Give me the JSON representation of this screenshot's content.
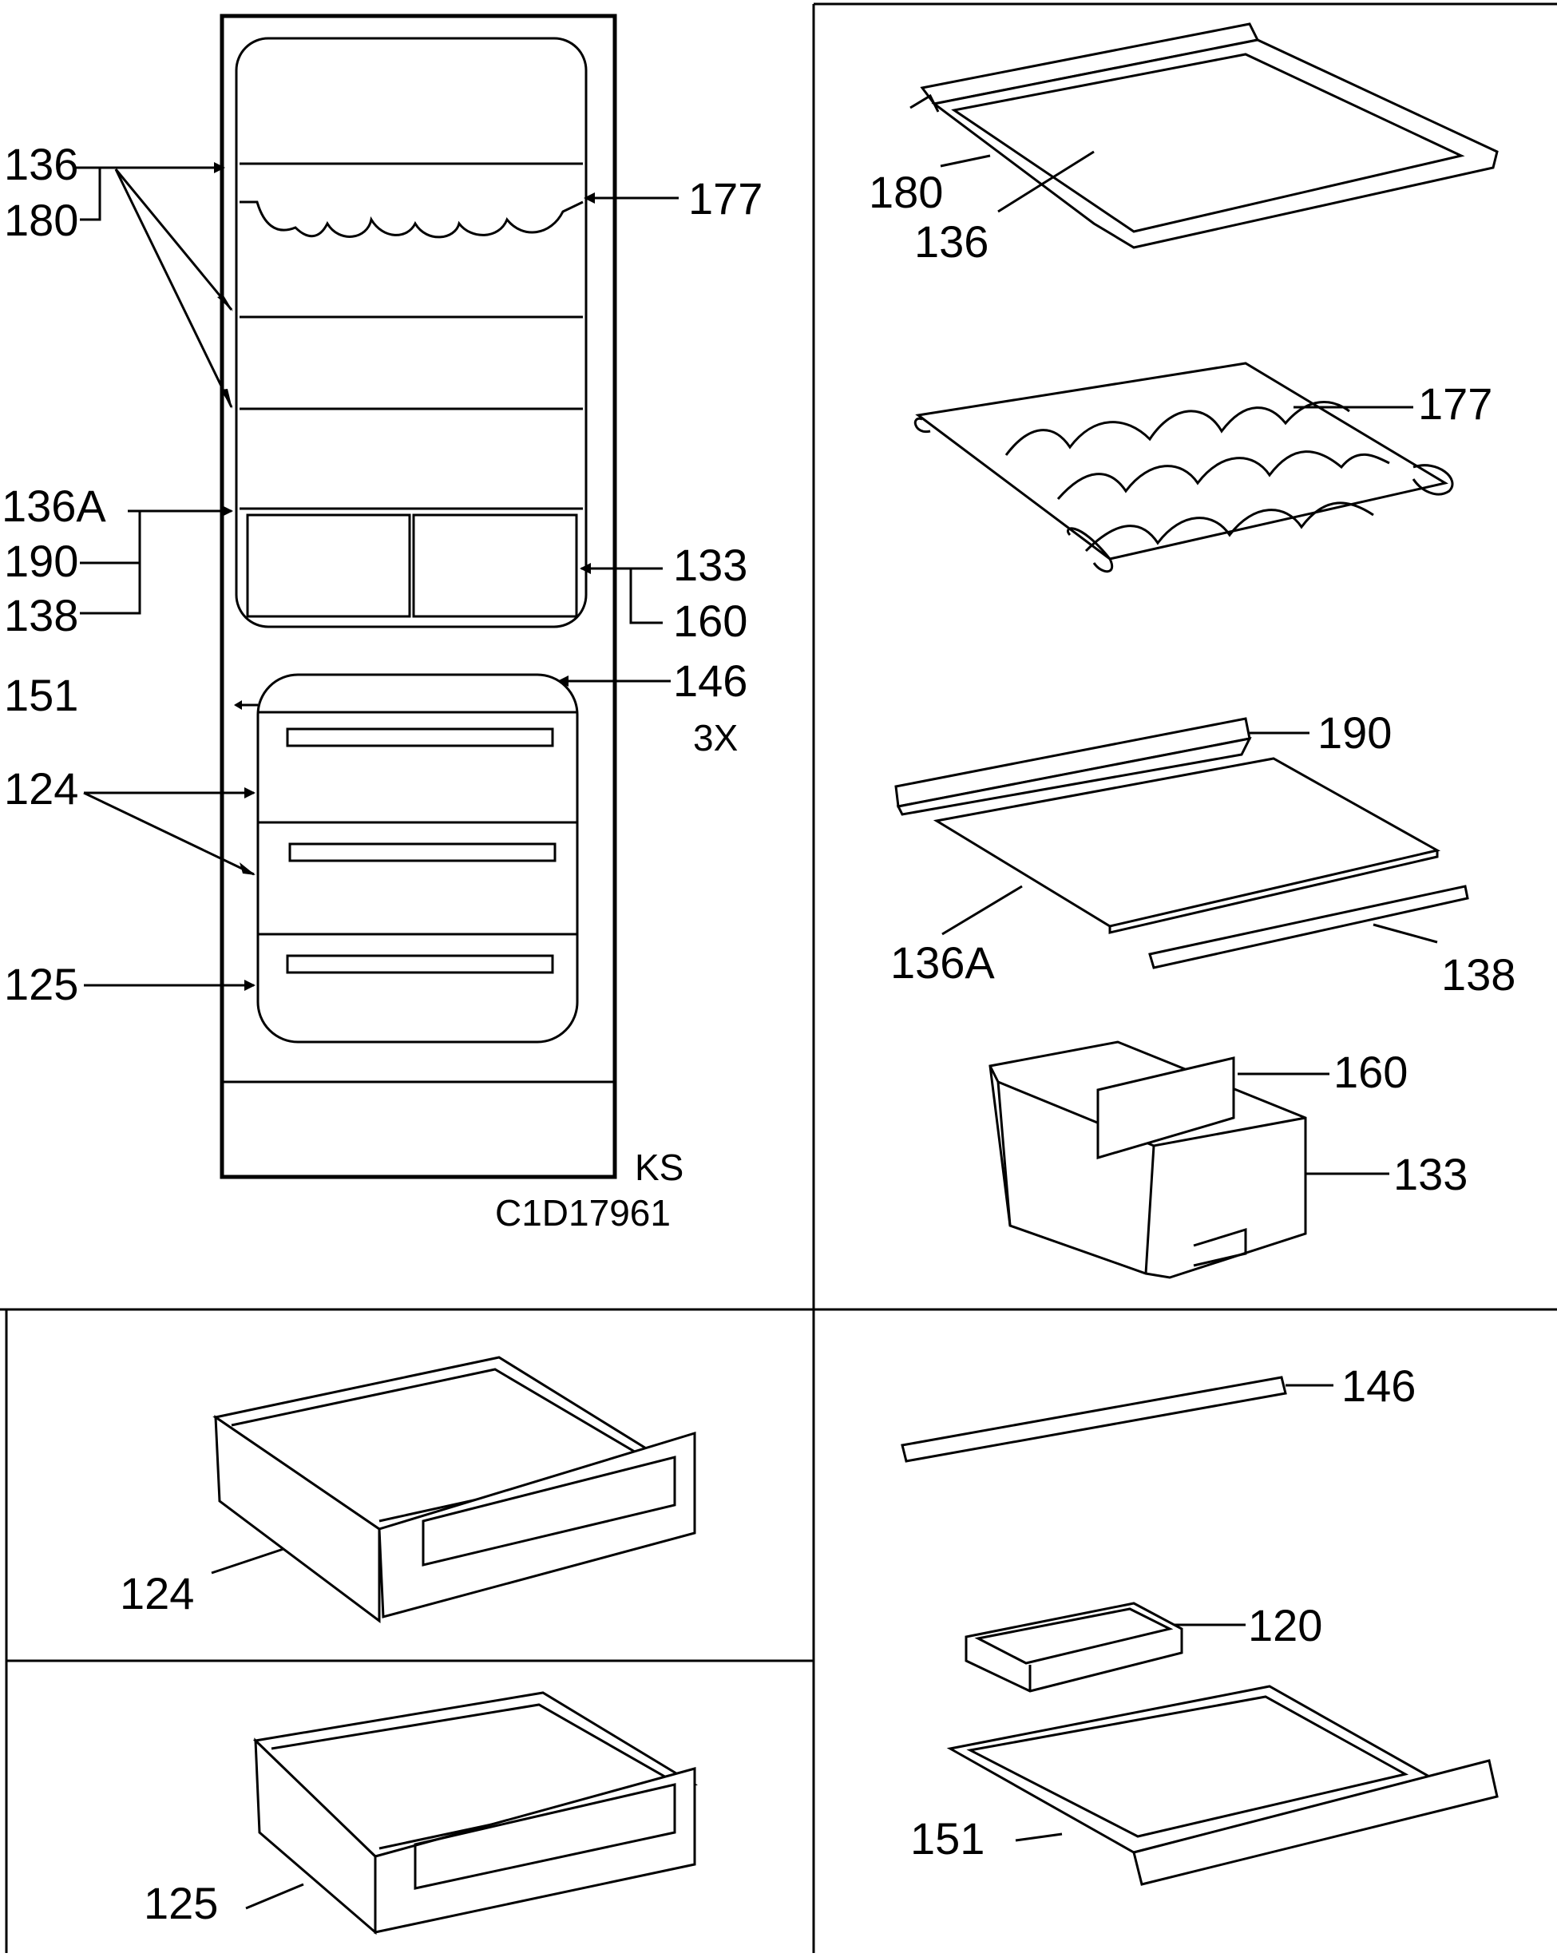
{
  "drawing": {
    "model_code": "KS",
    "drawing_number": "C1D17961",
    "quantity_note": "3X"
  },
  "appliance_callouts": {
    "shelf_glass": "136",
    "shelf_frame": "180",
    "wine_rack": "177",
    "bottom_shelf_glass": "136A",
    "bottom_shelf_rear_trim": "190",
    "bottom_shelf_front_trim": "138",
    "crisper_box": "133",
    "crisper_divider": "160",
    "freezer_flap_trim": "146",
    "freezer_flap": "151",
    "freezer_drawer_upper": "124",
    "freezer_drawer_lower": "125"
  },
  "parts": {
    "shelf_frame": "180",
    "shelf_glass": "136",
    "wine_rack": "177",
    "rear_trim": "190",
    "bottom_glass": "136A",
    "front_trim": "138",
    "divider": "160",
    "crisper": "133",
    "flap_trim": "146",
    "ice_tray": "120",
    "flap": "151",
    "drawer_upper": "124",
    "drawer_lower": "125"
  }
}
